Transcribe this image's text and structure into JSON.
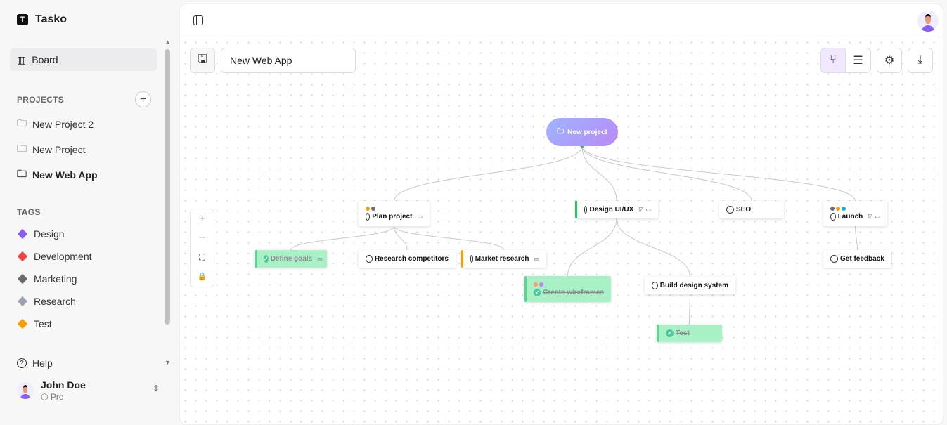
{
  "app": {
    "name": "Tasko"
  },
  "sidebar": {
    "board_label": "Board",
    "projects_heading": "PROJECTS",
    "projects": [
      {
        "label": "New Project 2"
      },
      {
        "label": "New Project"
      },
      {
        "label": "New Web App",
        "active": true
      }
    ],
    "tags_heading": "TAGS",
    "tags": [
      {
        "label": "Design",
        "color": "#8b5cf6"
      },
      {
        "label": "Development",
        "color": "#ef4444"
      },
      {
        "label": "Marketing",
        "color": "#6b6b6b"
      },
      {
        "label": "Research",
        "color": "#9ca3af"
      },
      {
        "label": "Test",
        "color": "#f59e0b"
      }
    ],
    "help_label": "Help",
    "user": {
      "name": "John Doe",
      "plan": "Pro"
    }
  },
  "toolbar": {
    "project_name": "New Web App",
    "active_view": "graph"
  },
  "graph": {
    "root": {
      "id": "root",
      "label": "New project"
    },
    "nodes": [
      {
        "id": "plan",
        "label": "Plan project",
        "dots": [
          "#f59e0b",
          "#6b6b6b"
        ],
        "comment": true
      },
      {
        "id": "design",
        "label": "Design UI/UX",
        "accent": "#22c55e",
        "checklist": true,
        "comment": true
      },
      {
        "id": "seo",
        "label": "SEO"
      },
      {
        "id": "launch",
        "label": "Launch",
        "dots": [
          "#6b6b6b",
          "#f59e0b",
          "#06b6d4"
        ],
        "checklist": true,
        "comment": true
      },
      {
        "id": "goals",
        "label": "Define goals",
        "done": true,
        "comment": true
      },
      {
        "id": "research",
        "label": "Research competitors"
      },
      {
        "id": "market",
        "label": "Market research",
        "accent": "#f59e0b",
        "comment": true
      },
      {
        "id": "wire",
        "label": "Create wireframes",
        "done": true,
        "dots": [
          "#f4a261",
          "#c084fc"
        ]
      },
      {
        "id": "build",
        "label": "Build design system"
      },
      {
        "id": "test",
        "label": "Test",
        "done": true
      },
      {
        "id": "feedback",
        "label": "Get feedback"
      }
    ],
    "edges": [
      [
        "root",
        "plan"
      ],
      [
        "root",
        "design"
      ],
      [
        "root",
        "seo"
      ],
      [
        "root",
        "launch"
      ],
      [
        "plan",
        "goals"
      ],
      [
        "plan",
        "research"
      ],
      [
        "plan",
        "market"
      ],
      [
        "design",
        "wire"
      ],
      [
        "design",
        "build"
      ],
      [
        "build",
        "test"
      ],
      [
        "launch",
        "feedback"
      ]
    ]
  }
}
